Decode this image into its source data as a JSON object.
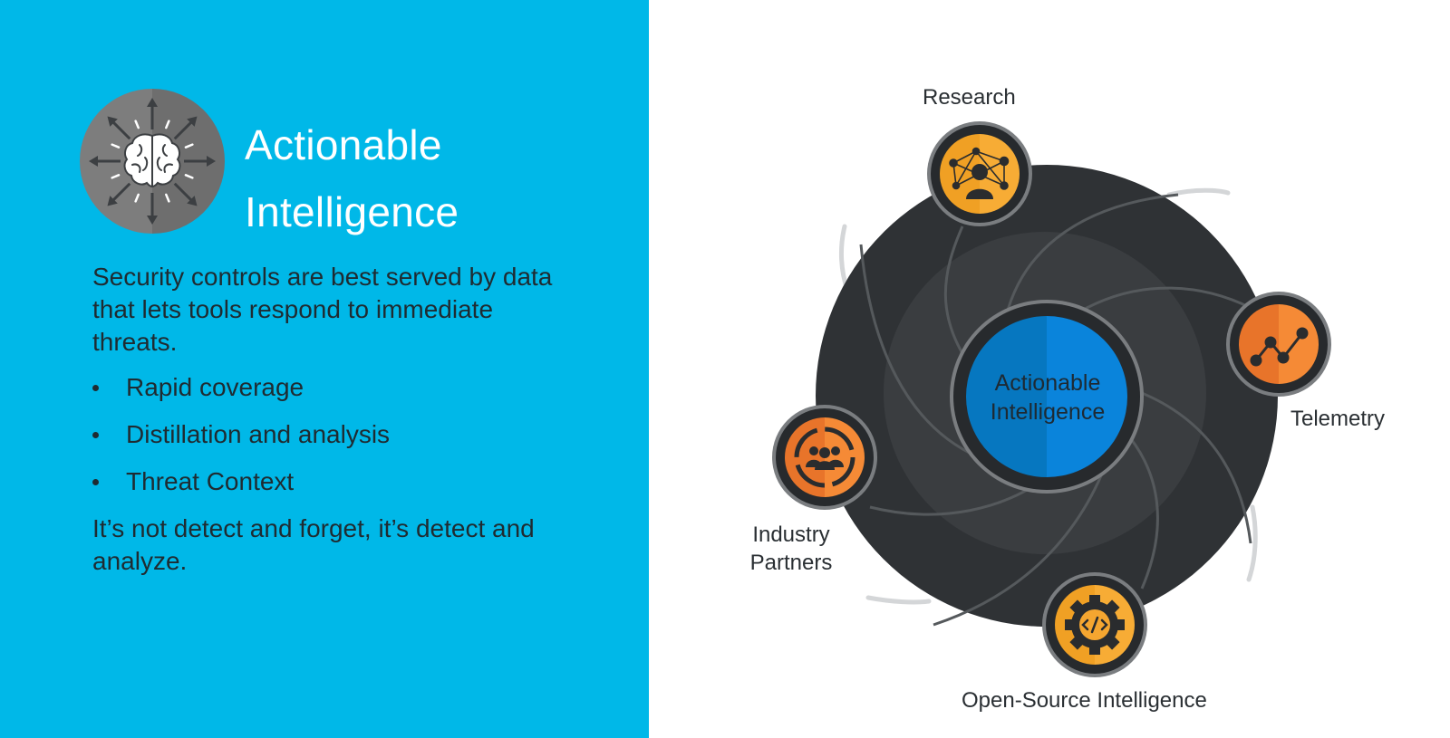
{
  "left_panel": {
    "icon": "brain-radiating-arrows-icon",
    "title_line1": "Actionable",
    "title_line2": "Intelligence",
    "intro": "Security controls are best served by data that lets tools respond to immediate threats.",
    "bullets": [
      "Rapid coverage",
      "Distillation and analysis",
      "Threat Context"
    ],
    "closing": "It’s not detect and forget, it’s detect and analyze."
  },
  "diagram": {
    "center_line1": "Actionable",
    "center_line2": "Intelligence",
    "nodes": [
      {
        "id": "research",
        "label": "Research",
        "icon": "network-person-icon"
      },
      {
        "id": "telemetry",
        "label": "Telemetry",
        "icon": "line-graph-icon"
      },
      {
        "id": "partners",
        "label_line1": "Industry",
        "label_line2": "Partners",
        "icon": "group-cycle-icon"
      },
      {
        "id": "osint",
        "label": "Open-Source Intelligence",
        "icon": "gear-code-icon"
      }
    ]
  },
  "colors": {
    "panel_blue": "#00b8e8",
    "center_blue": "#0a80d6",
    "dark_disc": "#2f3235",
    "node_orange": "#f5a22a",
    "node_orange_deep": "#f07a2c"
  }
}
